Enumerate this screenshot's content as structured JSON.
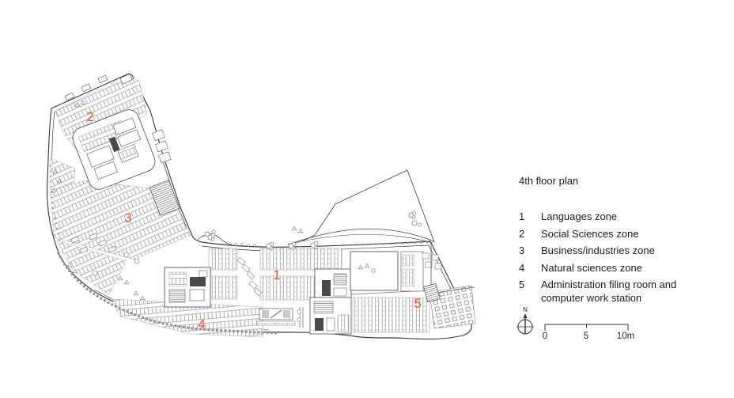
{
  "legend": {
    "title": "4th floor plan",
    "items": [
      {
        "num": "1",
        "label": "Languages zone"
      },
      {
        "num": "2",
        "label": "Social Sciences zone"
      },
      {
        "num": "3",
        "label": "Business/industries zone"
      },
      {
        "num": "4",
        "label": "Natural sciences zone"
      },
      {
        "num": "5",
        "label": "Administration filing room and computer work station"
      }
    ]
  },
  "plan": {
    "markers": [
      "1",
      "2",
      "3",
      "4",
      "5"
    ]
  },
  "compass": {
    "north": "N"
  },
  "scalebar": {
    "ticks": [
      "0",
      "5",
      "10m"
    ]
  },
  "colors": {
    "marker": "#e8542c",
    "ink": "#3f3f3f",
    "paper": "#ffffff"
  }
}
